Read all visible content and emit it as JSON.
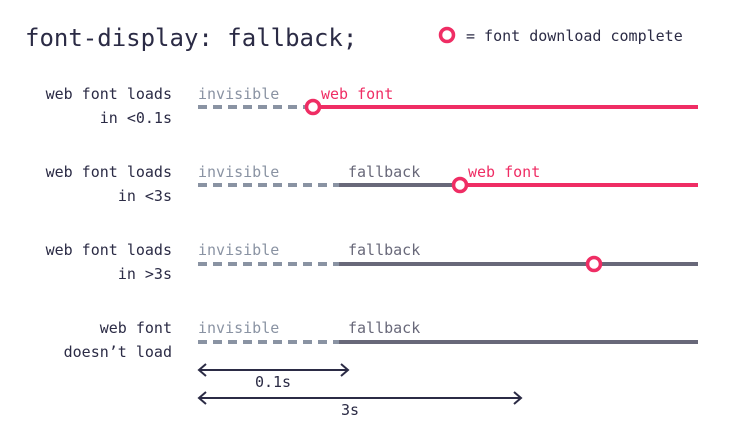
{
  "title": "font-display: fallback;",
  "legend": {
    "label": "= font download complete"
  },
  "colors": {
    "text": "#2b2b45",
    "invisible": "#8a93a3",
    "fallback": "#686879",
    "webfont": "#ef2d64",
    "marker_fill": "#ffffff"
  },
  "rows": [
    {
      "label_line1": "web font loads",
      "label_line2": "in <0.1s",
      "phases": [
        {
          "kind": "invisible",
          "label": "invisible"
        },
        {
          "kind": "webfont",
          "label": "web font"
        }
      ]
    },
    {
      "label_line1": "web font loads",
      "label_line2": "in <3s",
      "phases": [
        {
          "kind": "invisible",
          "label": "invisible"
        },
        {
          "kind": "fallback",
          "label": "fallback"
        },
        {
          "kind": "webfont",
          "label": "web font"
        }
      ]
    },
    {
      "label_line1": "web font loads",
      "label_line2": "in >3s",
      "phases": [
        {
          "kind": "invisible",
          "label": "invisible"
        },
        {
          "kind": "fallback",
          "label": "fallback"
        }
      ]
    },
    {
      "label_line1": "web font",
      "label_line2": "doesn’t load",
      "phases": [
        {
          "kind": "invisible",
          "label": "invisible"
        },
        {
          "kind": "fallback",
          "label": "fallback"
        }
      ]
    }
  ],
  "timeline": {
    "short_period": "0.1s",
    "long_period": "3s"
  }
}
